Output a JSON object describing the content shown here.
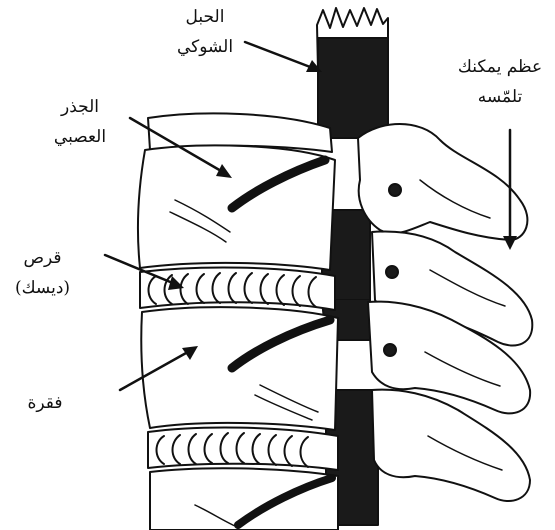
{
  "labels": {
    "spinal_cord": {
      "line1": "الحبل",
      "line2": "الشوكي"
    },
    "nerve_root": {
      "line1": "الجذر",
      "line2": "العصبي"
    },
    "bone": {
      "line1": "عظم يمكنك",
      "line2": "تلمّسه"
    },
    "disc": {
      "line1": "قرص",
      "line2": "(ديسك)"
    },
    "vertebra": {
      "line1": "فقرة"
    }
  },
  "colors": {
    "ink": "#111111",
    "background": "#ffffff",
    "shade": "#1a1a1a"
  }
}
